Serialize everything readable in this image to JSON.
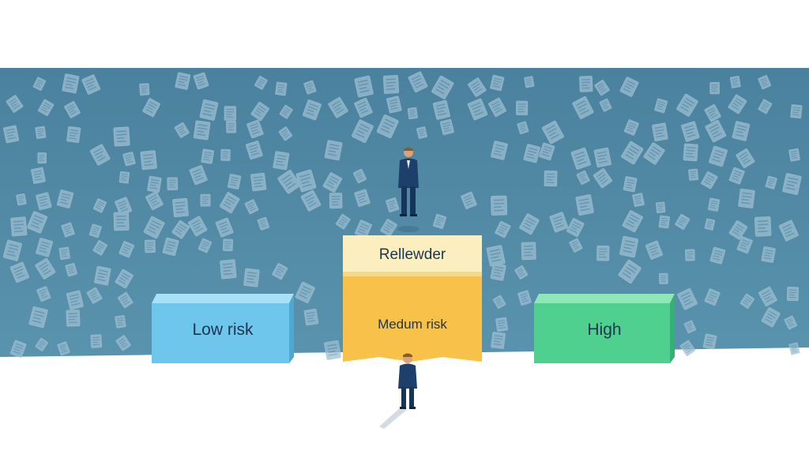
{
  "blocks": {
    "low": {
      "label": "Low risk",
      "color": "#6ec6ec"
    },
    "medium": {
      "top_label": "Rellewder",
      "label": "Medum risk",
      "color": "#f7c14a"
    },
    "high": {
      "label": "High",
      "color": "#4fd08e"
    }
  },
  "colors": {
    "background_band": "#4f87a4",
    "document_tint": "#8fb4c9",
    "figure_suit": "#1d3f6c"
  }
}
